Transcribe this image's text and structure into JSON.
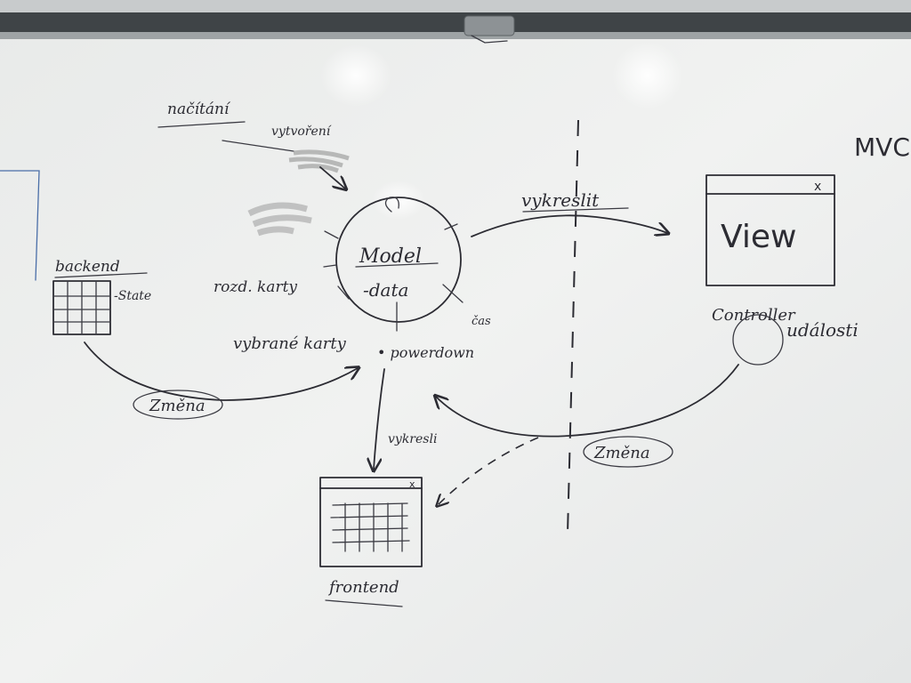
{
  "title": "MVC",
  "labels": {
    "nacitani": "načítání",
    "vytvoreni": "vytvoření",
    "rozd_karty": "rozd. karty",
    "backend": "backend",
    "state": "-State",
    "zmena_left": "Změna",
    "model": "Model",
    "data": "-data",
    "cas": "čas",
    "vybrane_karty": "vybrané karty",
    "powerdown": "• powerdown",
    "vykreslit": "vykreslit",
    "view": "View",
    "view_close": "x",
    "controller": "Controller",
    "udalosti": "události",
    "zmena_right": "Změna",
    "vykresli": "vykresli",
    "frontend_close": "x",
    "frontend": "frontend"
  },
  "colors": {
    "board": "#eef0ef",
    "ink": "#2c2c33",
    "frame": "#4a4d50"
  }
}
